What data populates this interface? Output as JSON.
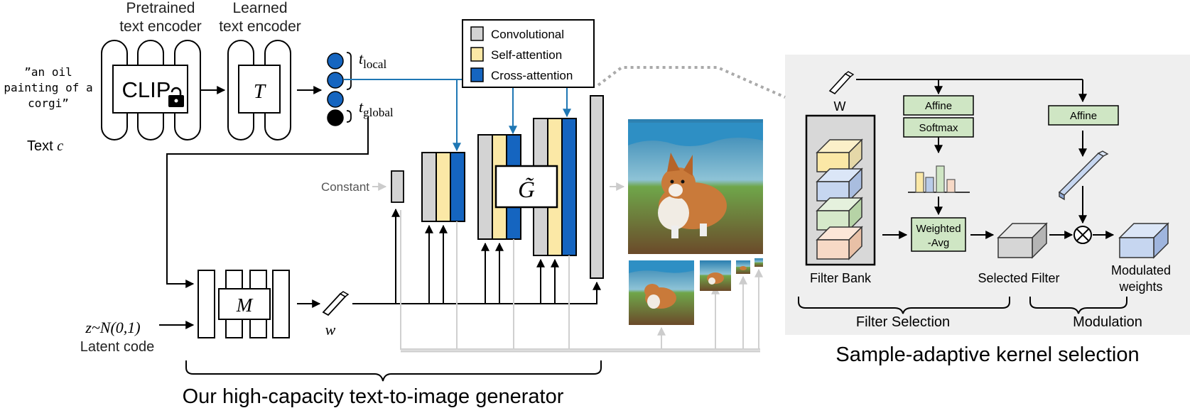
{
  "prompt": {
    "line1": "”an oil",
    "line2": "painting of a",
    "line3": "corgi”",
    "caption_prefix": "Text ",
    "caption_var": "c"
  },
  "encoders": {
    "pretrained_line1": "Pretrained",
    "pretrained_line2": "text encoder",
    "clip_label": "CLIP",
    "learned_line1": "Learned",
    "learned_line2": "text encoder",
    "t_label": "T",
    "t_local_base": "t",
    "t_local_sub": "local",
    "t_global_base": "t",
    "t_global_sub": "global"
  },
  "legend": {
    "items": [
      {
        "label": "Convolutional",
        "color": "#d3d3d3"
      },
      {
        "label": "Self-attention",
        "color": "#fbe8a6"
      },
      {
        "label": "Cross-attention",
        "color": "#1565c0"
      }
    ]
  },
  "generator": {
    "constant_label": "Constant",
    "g_label": "G̃",
    "mapping_label": "M",
    "w_label": "w",
    "latent_eq": "z~N(0,1)",
    "latent_caption": "Latent code",
    "title": "Our high-capacity text-to-image generator"
  },
  "kernel": {
    "w_label": "W",
    "affine1": "Affine",
    "softmax": "Softmax",
    "affine2": "Affine",
    "weighted_line1": "Weighted",
    "weighted_line2": "-Avg",
    "filter_bank": "Filter Bank",
    "selected_filter": "Selected Filter",
    "modulated_line1": "Modulated",
    "modulated_line2": "weights",
    "filter_selection": "Filter Selection",
    "modulation": "Modulation",
    "title": "Sample-adaptive kernel selection"
  },
  "colors": {
    "conv": "#d3d3d3",
    "self_attn": "#fbe8a6",
    "cross_attn": "#1565c0",
    "blue_line": "#1f77b4",
    "green_box": "#cfe6c4",
    "panel_bg": "#efefef"
  }
}
